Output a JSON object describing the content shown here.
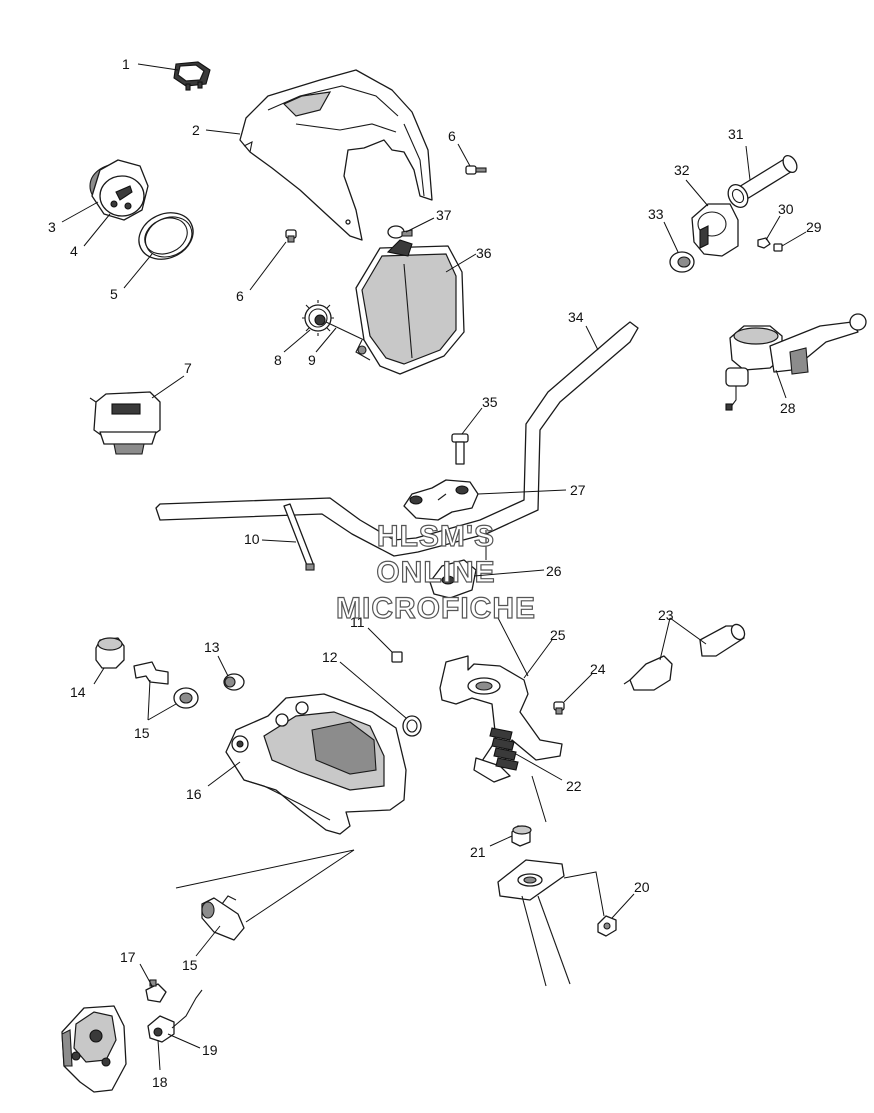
{
  "watermark": {
    "line1": "HLSM'S",
    "line2": "ONLINE",
    "line3": "MICROFICHE"
  },
  "callouts": [
    {
      "id": "c1",
      "label": "1"
    },
    {
      "id": "c2",
      "label": "2"
    },
    {
      "id": "c3",
      "label": "3"
    },
    {
      "id": "c4",
      "label": "4"
    },
    {
      "id": "c5",
      "label": "5"
    },
    {
      "id": "c6a",
      "label": "6"
    },
    {
      "id": "c6b",
      "label": "6"
    },
    {
      "id": "c7",
      "label": "7"
    },
    {
      "id": "c8",
      "label": "8"
    },
    {
      "id": "c9",
      "label": "9"
    },
    {
      "id": "c10",
      "label": "10"
    },
    {
      "id": "c11",
      "label": "11"
    },
    {
      "id": "c12",
      "label": "12"
    },
    {
      "id": "c13",
      "label": "13"
    },
    {
      "id": "c14",
      "label": "14"
    },
    {
      "id": "c15a",
      "label": "15"
    },
    {
      "id": "c15b",
      "label": "15"
    },
    {
      "id": "c16",
      "label": "16"
    },
    {
      "id": "c17",
      "label": "17"
    },
    {
      "id": "c18",
      "label": "18"
    },
    {
      "id": "c19",
      "label": "19"
    },
    {
      "id": "c20",
      "label": "20"
    },
    {
      "id": "c21",
      "label": "21"
    },
    {
      "id": "c22",
      "label": "22"
    },
    {
      "id": "c23",
      "label": "23"
    },
    {
      "id": "c24",
      "label": "24"
    },
    {
      "id": "c25",
      "label": "25"
    },
    {
      "id": "c26",
      "label": "26"
    },
    {
      "id": "c27",
      "label": "27"
    },
    {
      "id": "c28",
      "label": "28"
    },
    {
      "id": "c29",
      "label": "29"
    },
    {
      "id": "c30",
      "label": "30"
    },
    {
      "id": "c31",
      "label": "31"
    },
    {
      "id": "c32",
      "label": "32"
    },
    {
      "id": "c33",
      "label": "33"
    },
    {
      "id": "c34",
      "label": "34"
    },
    {
      "id": "c35",
      "label": "35"
    },
    {
      "id": "c36",
      "label": "36"
    },
    {
      "id": "c37",
      "label": "37"
    }
  ]
}
